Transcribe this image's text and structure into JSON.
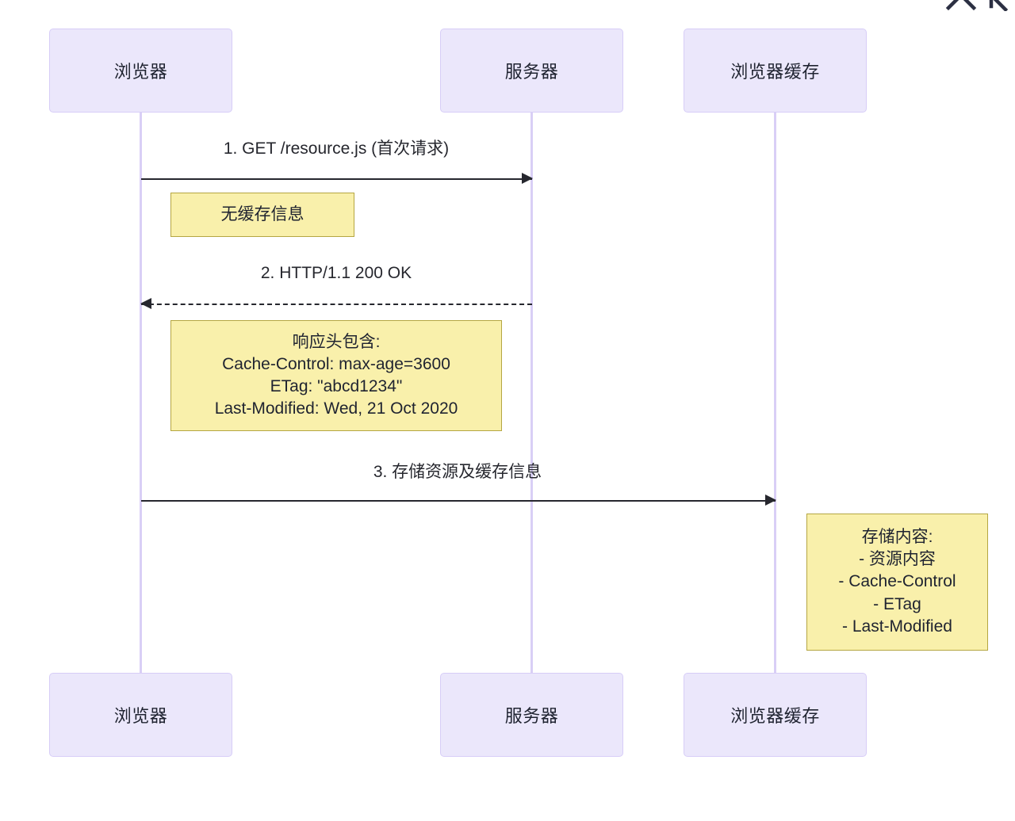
{
  "diagram": {
    "type": "sequence-diagram",
    "title": "",
    "background_color": "#ffffff",
    "participant_fill": "#ebe7fb",
    "participant_border": "#d7cdf7",
    "lifeline_color": "#d9cff6",
    "note_fill": "#f9f0ab",
    "note_border": "#b5a642",
    "arrow_color": "#26272e"
  },
  "participants": [
    {
      "id": "browser",
      "label": "浏览器"
    },
    {
      "id": "server",
      "label": "服务器"
    },
    {
      "id": "cache",
      "label": "浏览器缓存"
    }
  ],
  "participants_bottom": [
    {
      "id": "browser",
      "label": "浏览器"
    },
    {
      "id": "server",
      "label": "服务器"
    },
    {
      "id": "cache",
      "label": "浏览器缓存"
    }
  ],
  "messages": [
    {
      "index": "1",
      "label": "1. GET /resource.js (首次请求)",
      "from": "browser",
      "to": "server",
      "style": "solid",
      "direction": "right"
    },
    {
      "index": "2",
      "label": "2. HTTP/1.1 200 OK",
      "from": "server",
      "to": "browser",
      "style": "dashed",
      "direction": "left"
    },
    {
      "index": "3",
      "label": "3. 存储资源及缓存信息",
      "from": "browser",
      "to": "cache",
      "style": "solid",
      "direction": "right"
    }
  ],
  "notes": [
    {
      "id": "note-no-cache",
      "over": "browser",
      "lines": [
        "无缓存信息"
      ]
    },
    {
      "id": "note-response-headers",
      "over": "browser",
      "lines": [
        "响应头包含:",
        "Cache-Control: max-age=3600",
        "ETag: \"abcd1234\"",
        "Last-Modified: Wed, 21 Oct 2020"
      ]
    },
    {
      "id": "note-stored-content",
      "over": "cache",
      "lines": [
        "存储内容:",
        "- 资源内容",
        "- Cache-Control",
        "- ETag",
        "- Last-Modified"
      ]
    }
  ],
  "corner_icons": [
    {
      "name": "chevron-up-icon"
    },
    {
      "name": "expand-arrow-icon"
    }
  ]
}
